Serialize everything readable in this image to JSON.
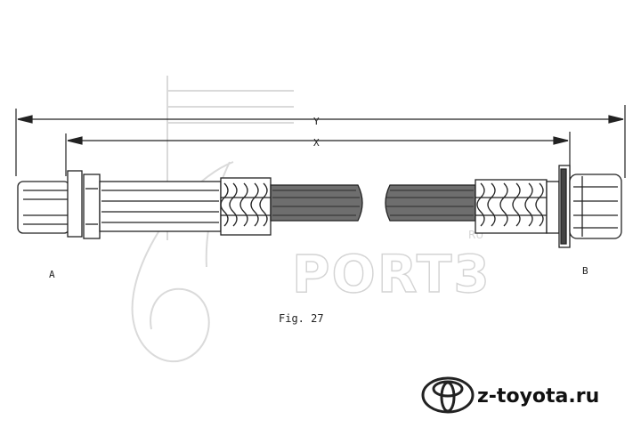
{
  "figure": {
    "dimension_y_label": "Y",
    "dimension_x_label": "X",
    "end_a_label": "A",
    "end_b_label": "B",
    "caption": "Fig. 27"
  },
  "watermark": {
    "text": "PORT3",
    "sub": "RU"
  },
  "brand": {
    "site": "z-toyota.ru",
    "logo_icon": "toyota-logo-icon"
  },
  "colors": {
    "line": "#222222",
    "hose": "#6e6e6e",
    "watermark": "#cfcfcf"
  }
}
